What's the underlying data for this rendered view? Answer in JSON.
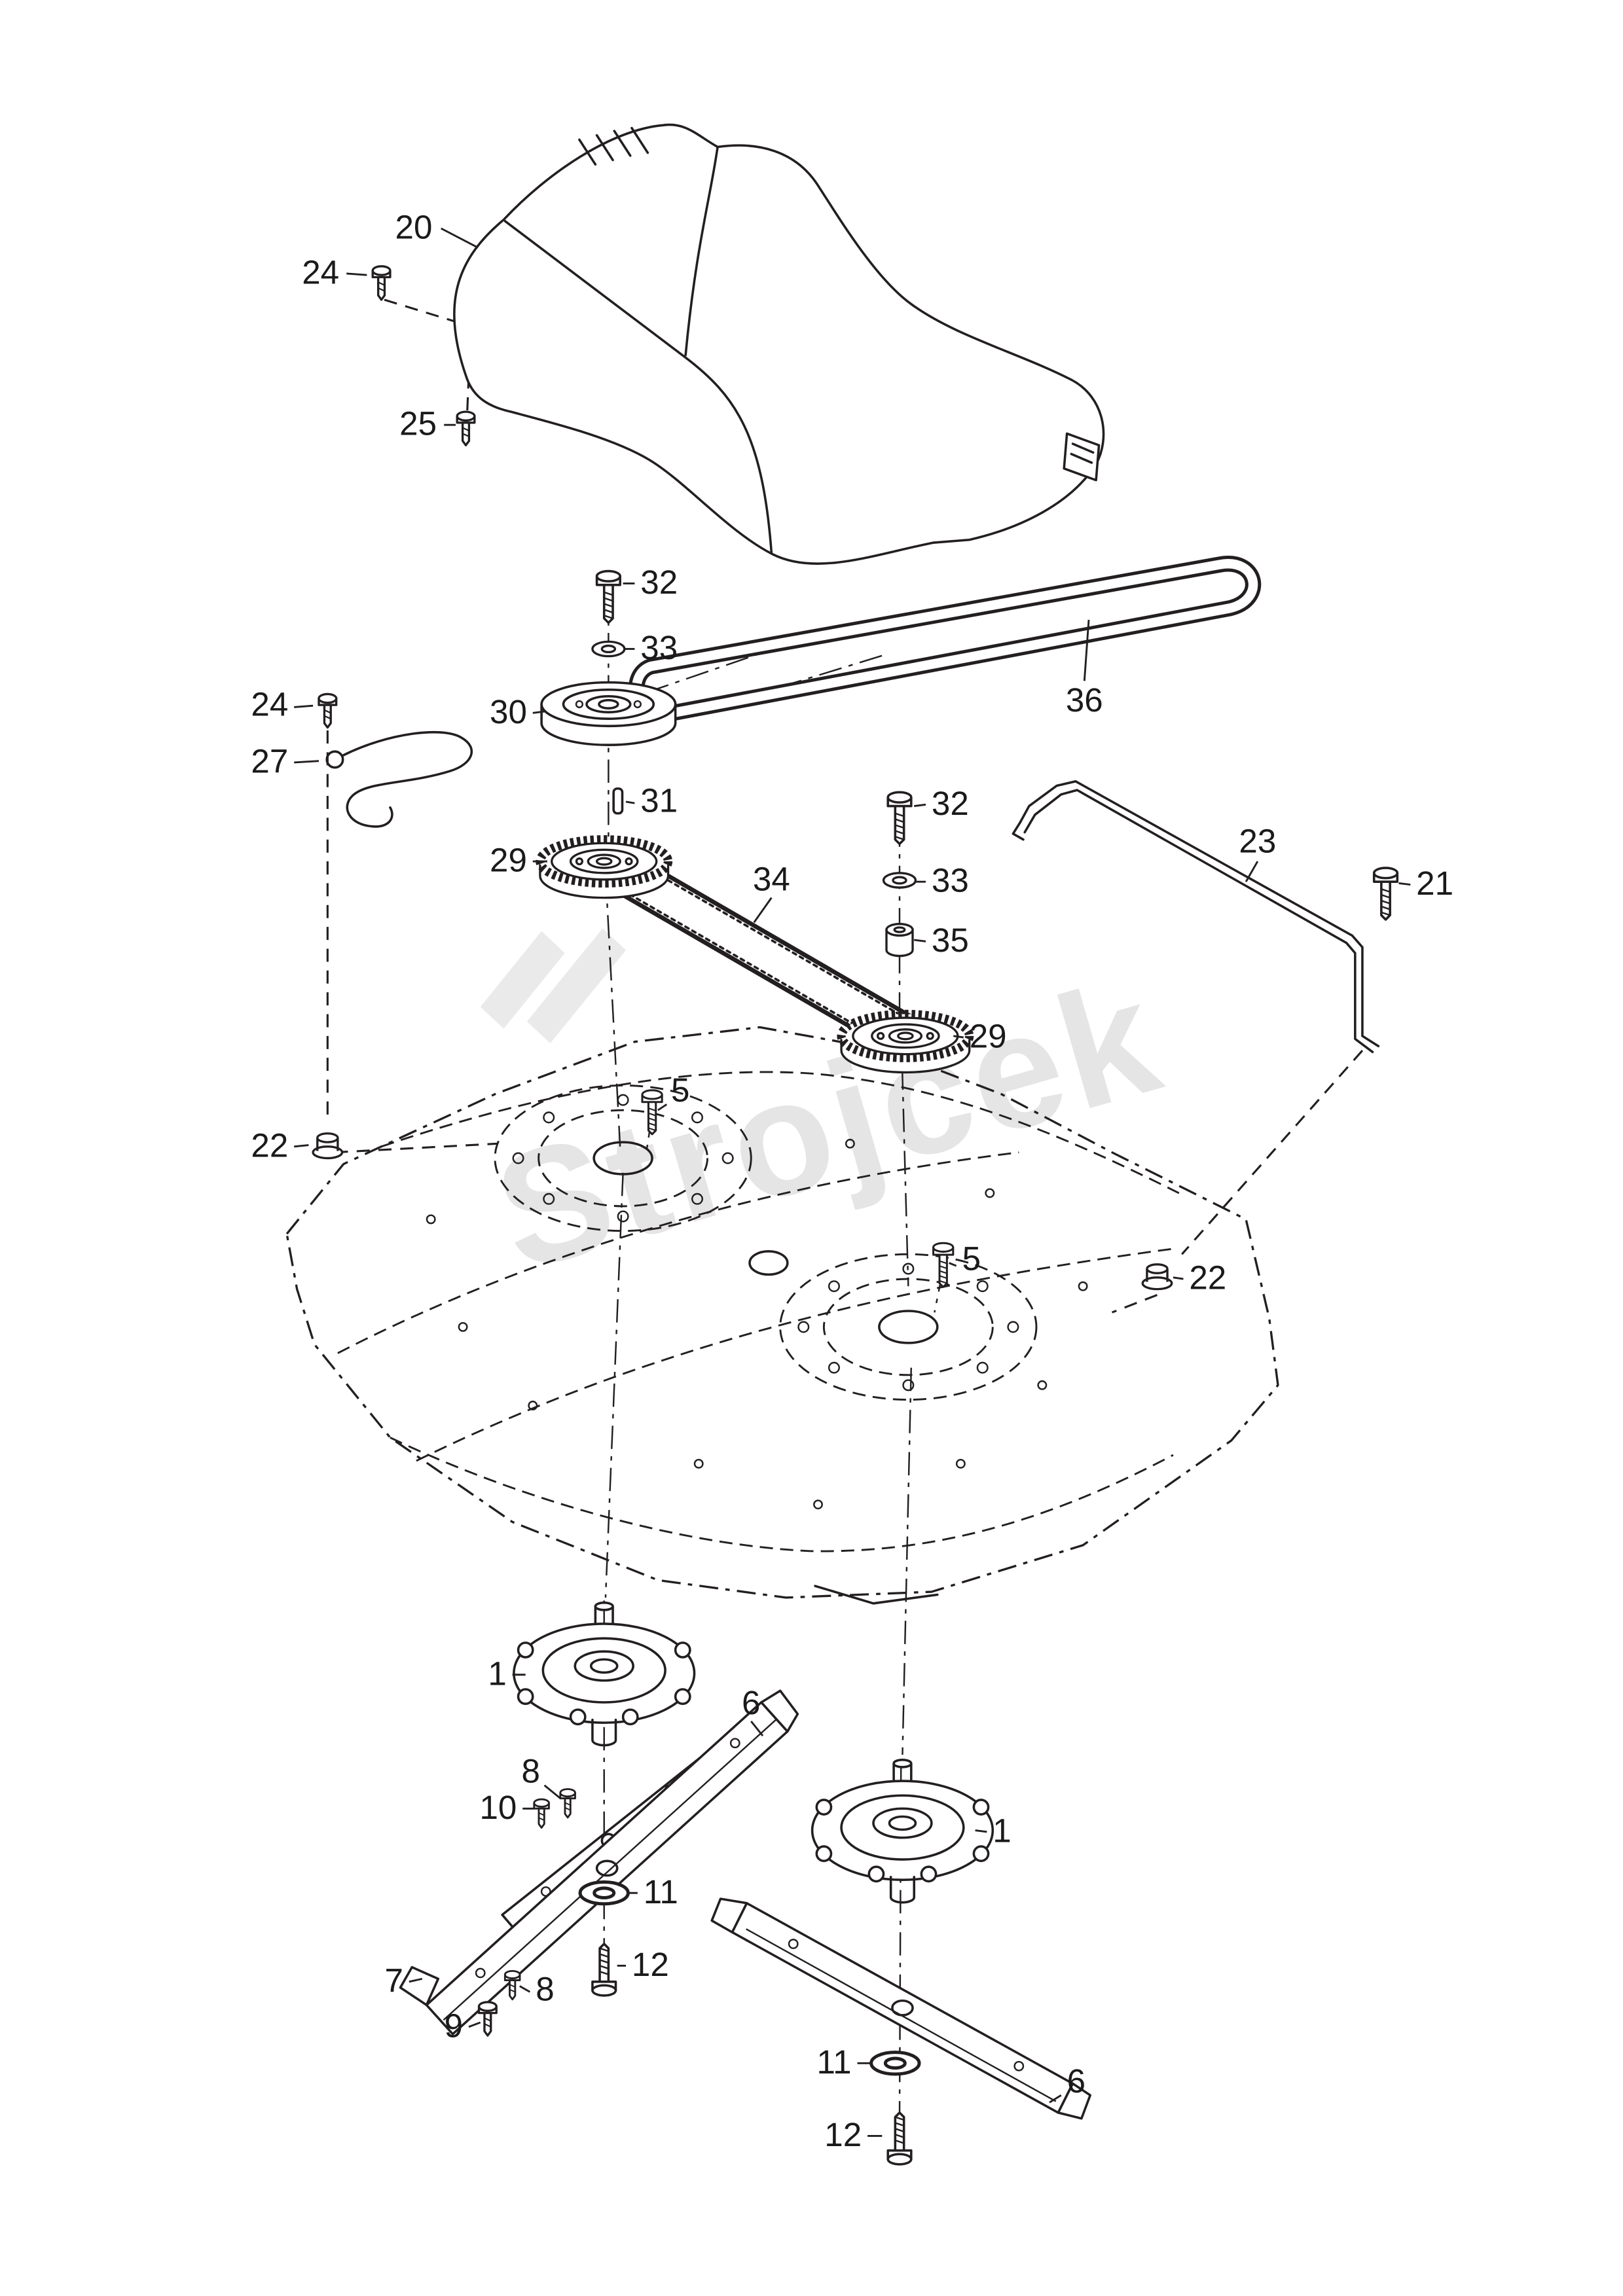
{
  "document": {
    "type": "exploded-parts-diagram",
    "subject": "mower cutting deck assembly",
    "background": "#ffffff",
    "line_color": "#231f20"
  },
  "watermark": {
    "text": "Strojček",
    "color": "#cccccc"
  },
  "callouts": {
    "cover": {
      "label": "20"
    },
    "screw_top": {
      "label": "24"
    },
    "screw_cover": {
      "label": "25"
    },
    "bolt_left_top": {
      "label": "32"
    },
    "washer_left_top": {
      "label": "33"
    },
    "pulley_flat": {
      "label": "30"
    },
    "belt_long": {
      "label": "36"
    },
    "screw_left": {
      "label": "24"
    },
    "clip_wire": {
      "label": "27"
    },
    "key_pin": {
      "label": "31"
    },
    "pulley_toothed_left": {
      "label": "29"
    },
    "belt_toothed": {
      "label": "34"
    },
    "bolt_right_top": {
      "label": "32"
    },
    "washer_right_top": {
      "label": "33"
    },
    "spacer": {
      "label": "35"
    },
    "bracket": {
      "label": "23"
    },
    "bolt_bracket": {
      "label": "21"
    },
    "pulley_toothed_right": {
      "label": "29"
    },
    "nut_left": {
      "label": "22"
    },
    "bolt_deck_left": {
      "label": "5"
    },
    "bolt_deck_right": {
      "label": "5"
    },
    "nut_right": {
      "label": "22"
    },
    "spindle_left": {
      "label": "1"
    },
    "blade_upper": {
      "label": "6"
    },
    "bolt_bar_upper": {
      "label": "8"
    },
    "nut_bar": {
      "label": "10"
    },
    "washer_left": {
      "label": "11"
    },
    "bolt_blade_left": {
      "label": "12"
    },
    "blade_tip": {
      "label": "7"
    },
    "bolt_bar_lower": {
      "label": "8"
    },
    "screw_blade": {
      "label": "9"
    },
    "spindle_right": {
      "label": "1"
    },
    "washer_right": {
      "label": "11"
    },
    "bolt_blade_right": {
      "label": "12"
    },
    "blade_lower": {
      "label": "6"
    }
  }
}
